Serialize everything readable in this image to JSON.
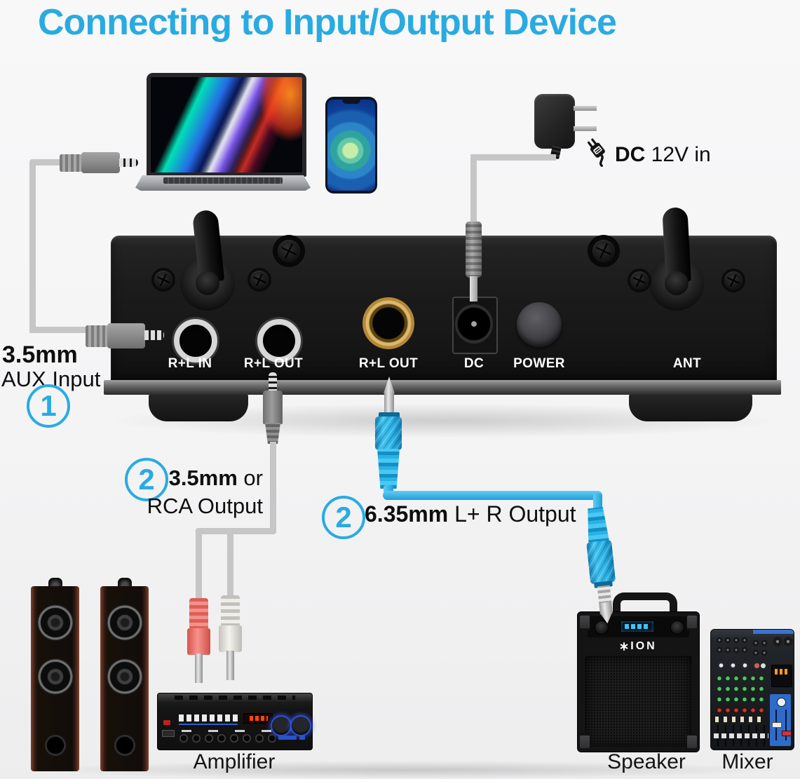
{
  "title": "Connecting to Input/Output Device",
  "colors": {
    "accent_blue": "#29abe2",
    "cable_blue": "#29b2e6",
    "gold_jack": "#c09a4a",
    "rca_red": "#ef7a74",
    "rca_white": "#efeee8"
  },
  "power_label": {
    "bold": "DC",
    "rest": " 12V in"
  },
  "device_panel": {
    "ports": [
      {
        "label": "R+L IN"
      },
      {
        "label": "R+L OUT"
      },
      {
        "label": "R+L OUT"
      },
      {
        "label": "DC"
      },
      {
        "label": "POWER"
      },
      {
        "label": "ANT"
      }
    ]
  },
  "steps": {
    "aux_input": {
      "number": "1",
      "line1": "3.5mm",
      "line2": "AUX Input"
    },
    "analog_output": {
      "number": "2",
      "line1_bold": "3.5mm",
      "line1_rest": " or",
      "line2": "RCA Output"
    },
    "jack_output": {
      "number": "2",
      "bold": "6.35mm",
      "rest": " L+ R Output"
    }
  },
  "equipment_labels": {
    "amplifier": "Amplifier",
    "speaker": "Speaker",
    "mixer": "Mixer"
  },
  "speaker_brand": "ION"
}
